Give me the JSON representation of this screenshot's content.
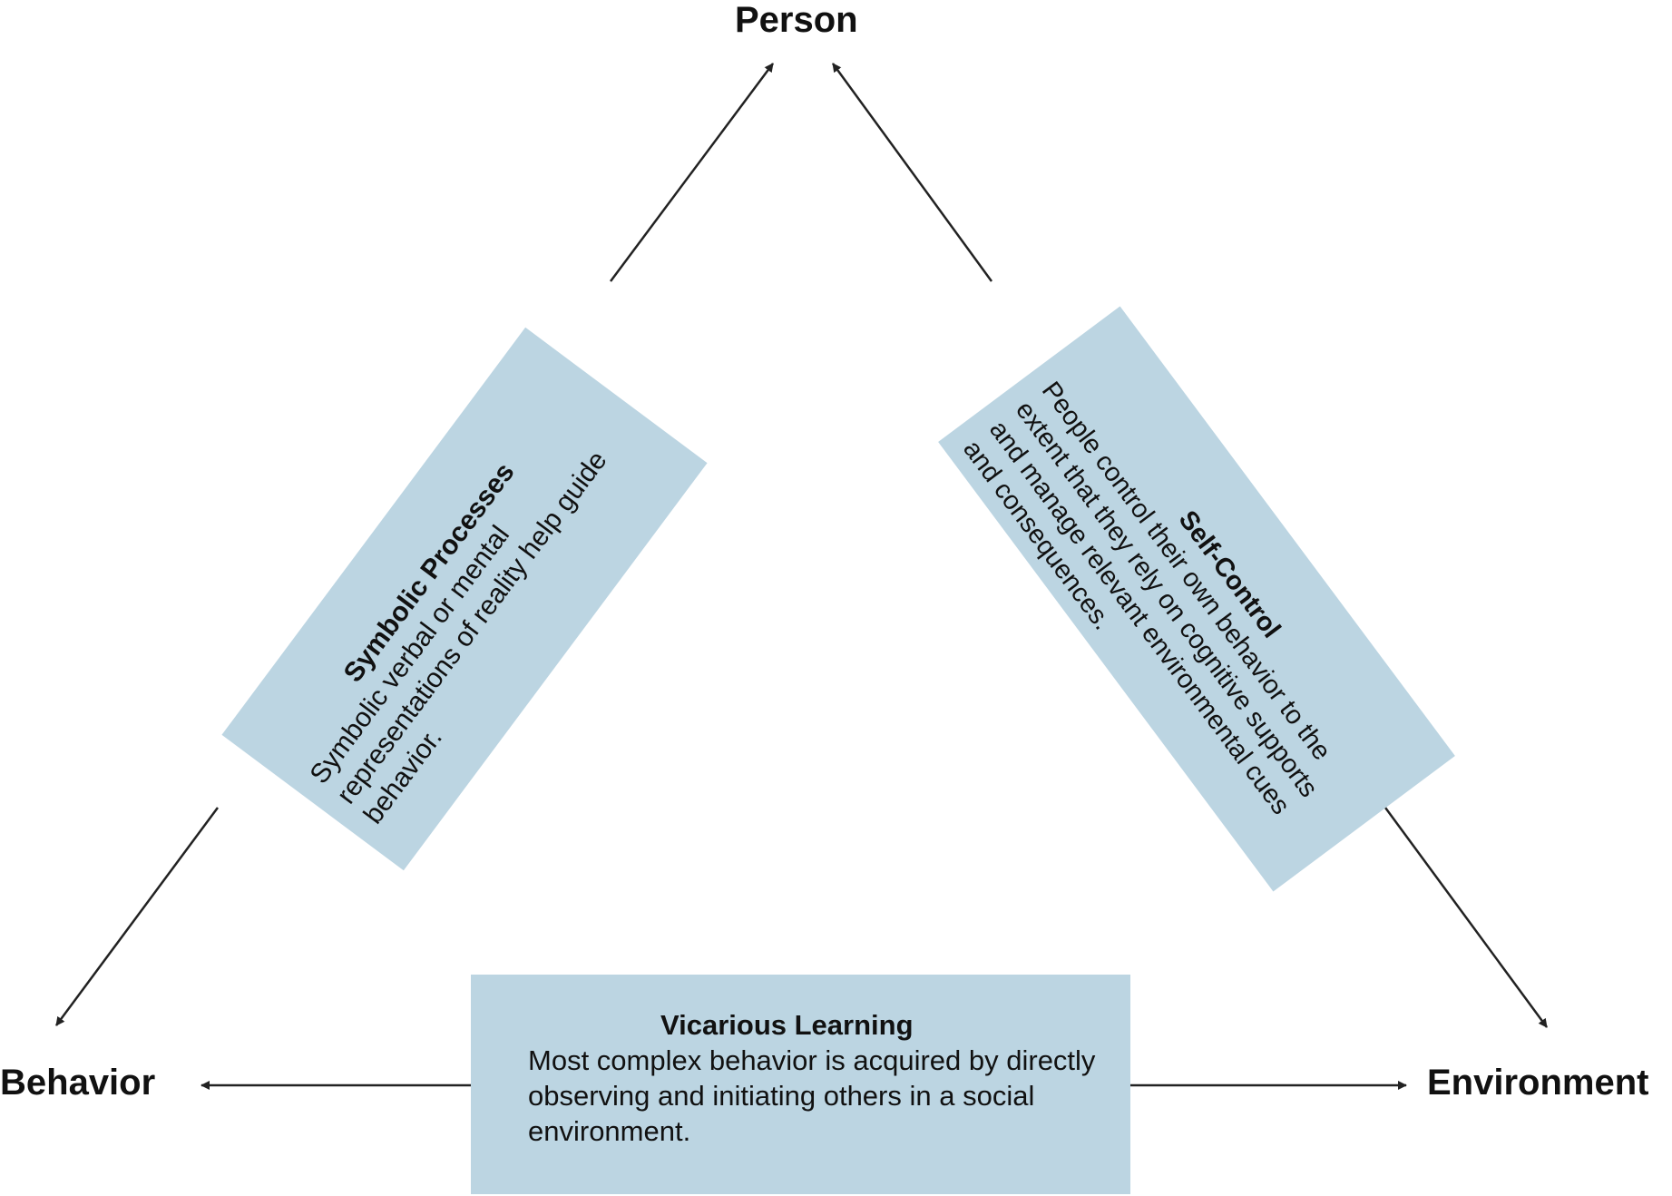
{
  "nodes": {
    "person": "Person",
    "behavior": "Behavior",
    "environment": "Environment"
  },
  "boxes": {
    "symbolic_processes": {
      "title": "Symbolic Processes",
      "description": "Symbolic verbal or mental representations of reality help guide behavior."
    },
    "self_control": {
      "title": "Self-Control",
      "description": "People control their own behavior to the extent that they rely on cognitive supports and manage relevant environmental cues and consequences."
    },
    "vicarious_learning": {
      "title": "Vicarious Learning",
      "description": "Most complex behavior is acquired by directly observing and initiating others in a social environment."
    }
  },
  "colors": {
    "box_fill": "#bcd5e2",
    "arrow": "#222222",
    "text": "#111111"
  }
}
